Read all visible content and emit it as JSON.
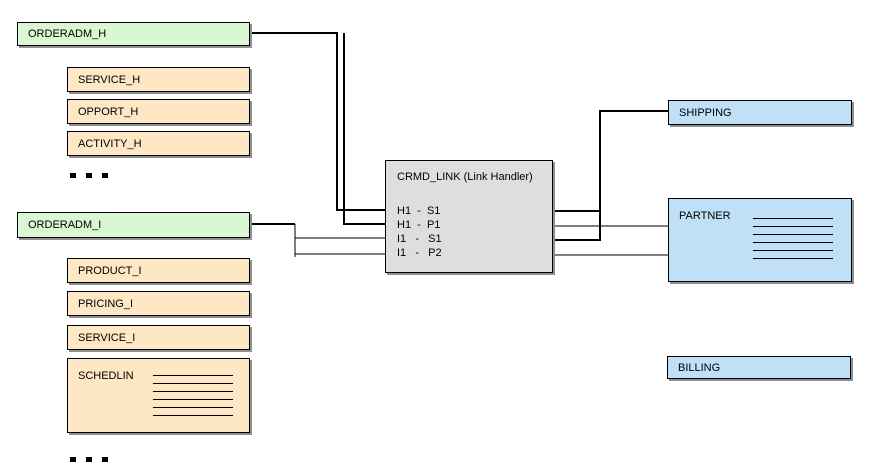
{
  "header_boxes": {
    "orderadm_h": "ORDERADM_H",
    "orderadm_i": "ORDERADM_I"
  },
  "header_segments": [
    "SERVICE_H",
    "OPPORT_H",
    "ACTIVITY_H"
  ],
  "item_segments": [
    "PRODUCT_I",
    "PRICING_I",
    "SERVICE_I"
  ],
  "schedlin": "SCHEDLIN",
  "link_handler": {
    "title": "CRMD_LINK (Link Handler)",
    "rows": [
      "H1  -  S1",
      "H1  -  P1",
      "I1   -   S1",
      "I1   -   P2"
    ]
  },
  "targets": {
    "shipping": "SHIPPING",
    "partner": "PARTNER",
    "billing": "BILLING"
  },
  "colors": {
    "header": "#d9f7d3",
    "segment": "#fde7c4",
    "target": "#bfe0f7",
    "link": "#dedede"
  }
}
